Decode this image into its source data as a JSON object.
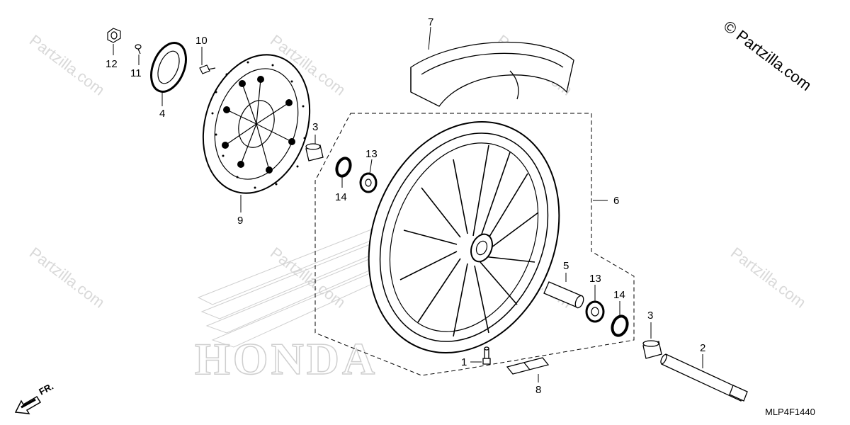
{
  "watermark": {
    "site": "Partzilla.com",
    "corner": "© Partzilla.com",
    "symbol": "©"
  },
  "honda_logo_text": "HONDA",
  "diagram_code": "MLP4F1440",
  "front_indicator": "FR.",
  "callouts": {
    "p1": "1",
    "p2": "2",
    "p3a": "3",
    "p3b": "3",
    "p4": "4",
    "p5": "5",
    "p6": "6",
    "p7": "7",
    "p8": "8",
    "p9": "9",
    "p10": "10",
    "p11": "11",
    "p12": "12",
    "p13a": "13",
    "p13b": "13",
    "p14a": "14",
    "p14b": "14"
  },
  "colors": {
    "line": "#000000",
    "watermark": "#d9d9d9",
    "background": "#ffffff"
  },
  "icons": [
    "brake-disc",
    "pulser-ring",
    "wheel",
    "tire",
    "axle",
    "valve",
    "balance-weight",
    "bearing",
    "dust-seal",
    "collar",
    "bolt",
    "front-arrow"
  ]
}
